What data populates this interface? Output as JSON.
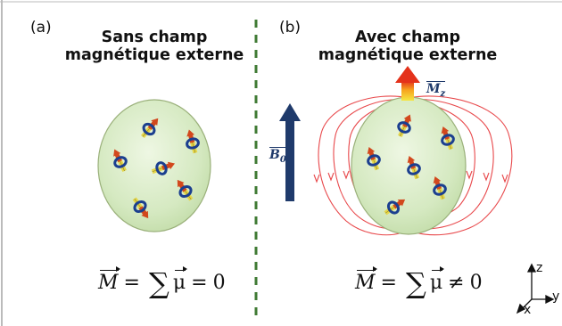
{
  "panels": {
    "a": {
      "letter": "(a)",
      "title_line1": "Sans champ",
      "title_line2": "magnétique externe",
      "eq_lhs": "M",
      "eq_sum": "∑",
      "eq_mu": "μ",
      "eq_rel": "=",
      "eq_rhs": "0"
    },
    "b": {
      "letter": "(b)",
      "title_line1": "Avec champ",
      "title_line2": "magnétique externe",
      "eq_lhs": "M",
      "eq_sum": "∑",
      "eq_mu": "μ",
      "eq_rel": "≠",
      "eq_rhs": "0",
      "field_label": "B",
      "field_sub": "0",
      "magnet_label": "M",
      "magnet_sub": "z"
    }
  },
  "axes": {
    "z": "z",
    "y": "y",
    "x": "x"
  },
  "colors": {
    "cell_fill": "#d8ebc4",
    "cell_stroke": "#9ab07a",
    "field_arrow": "#1f3a6b",
    "field_lines": "#e8474a",
    "divider": "#3f7a33",
    "spin_red": "#d2481d",
    "spin_yellow": "#e5d64a",
    "ring": "#1b3f8f"
  }
}
